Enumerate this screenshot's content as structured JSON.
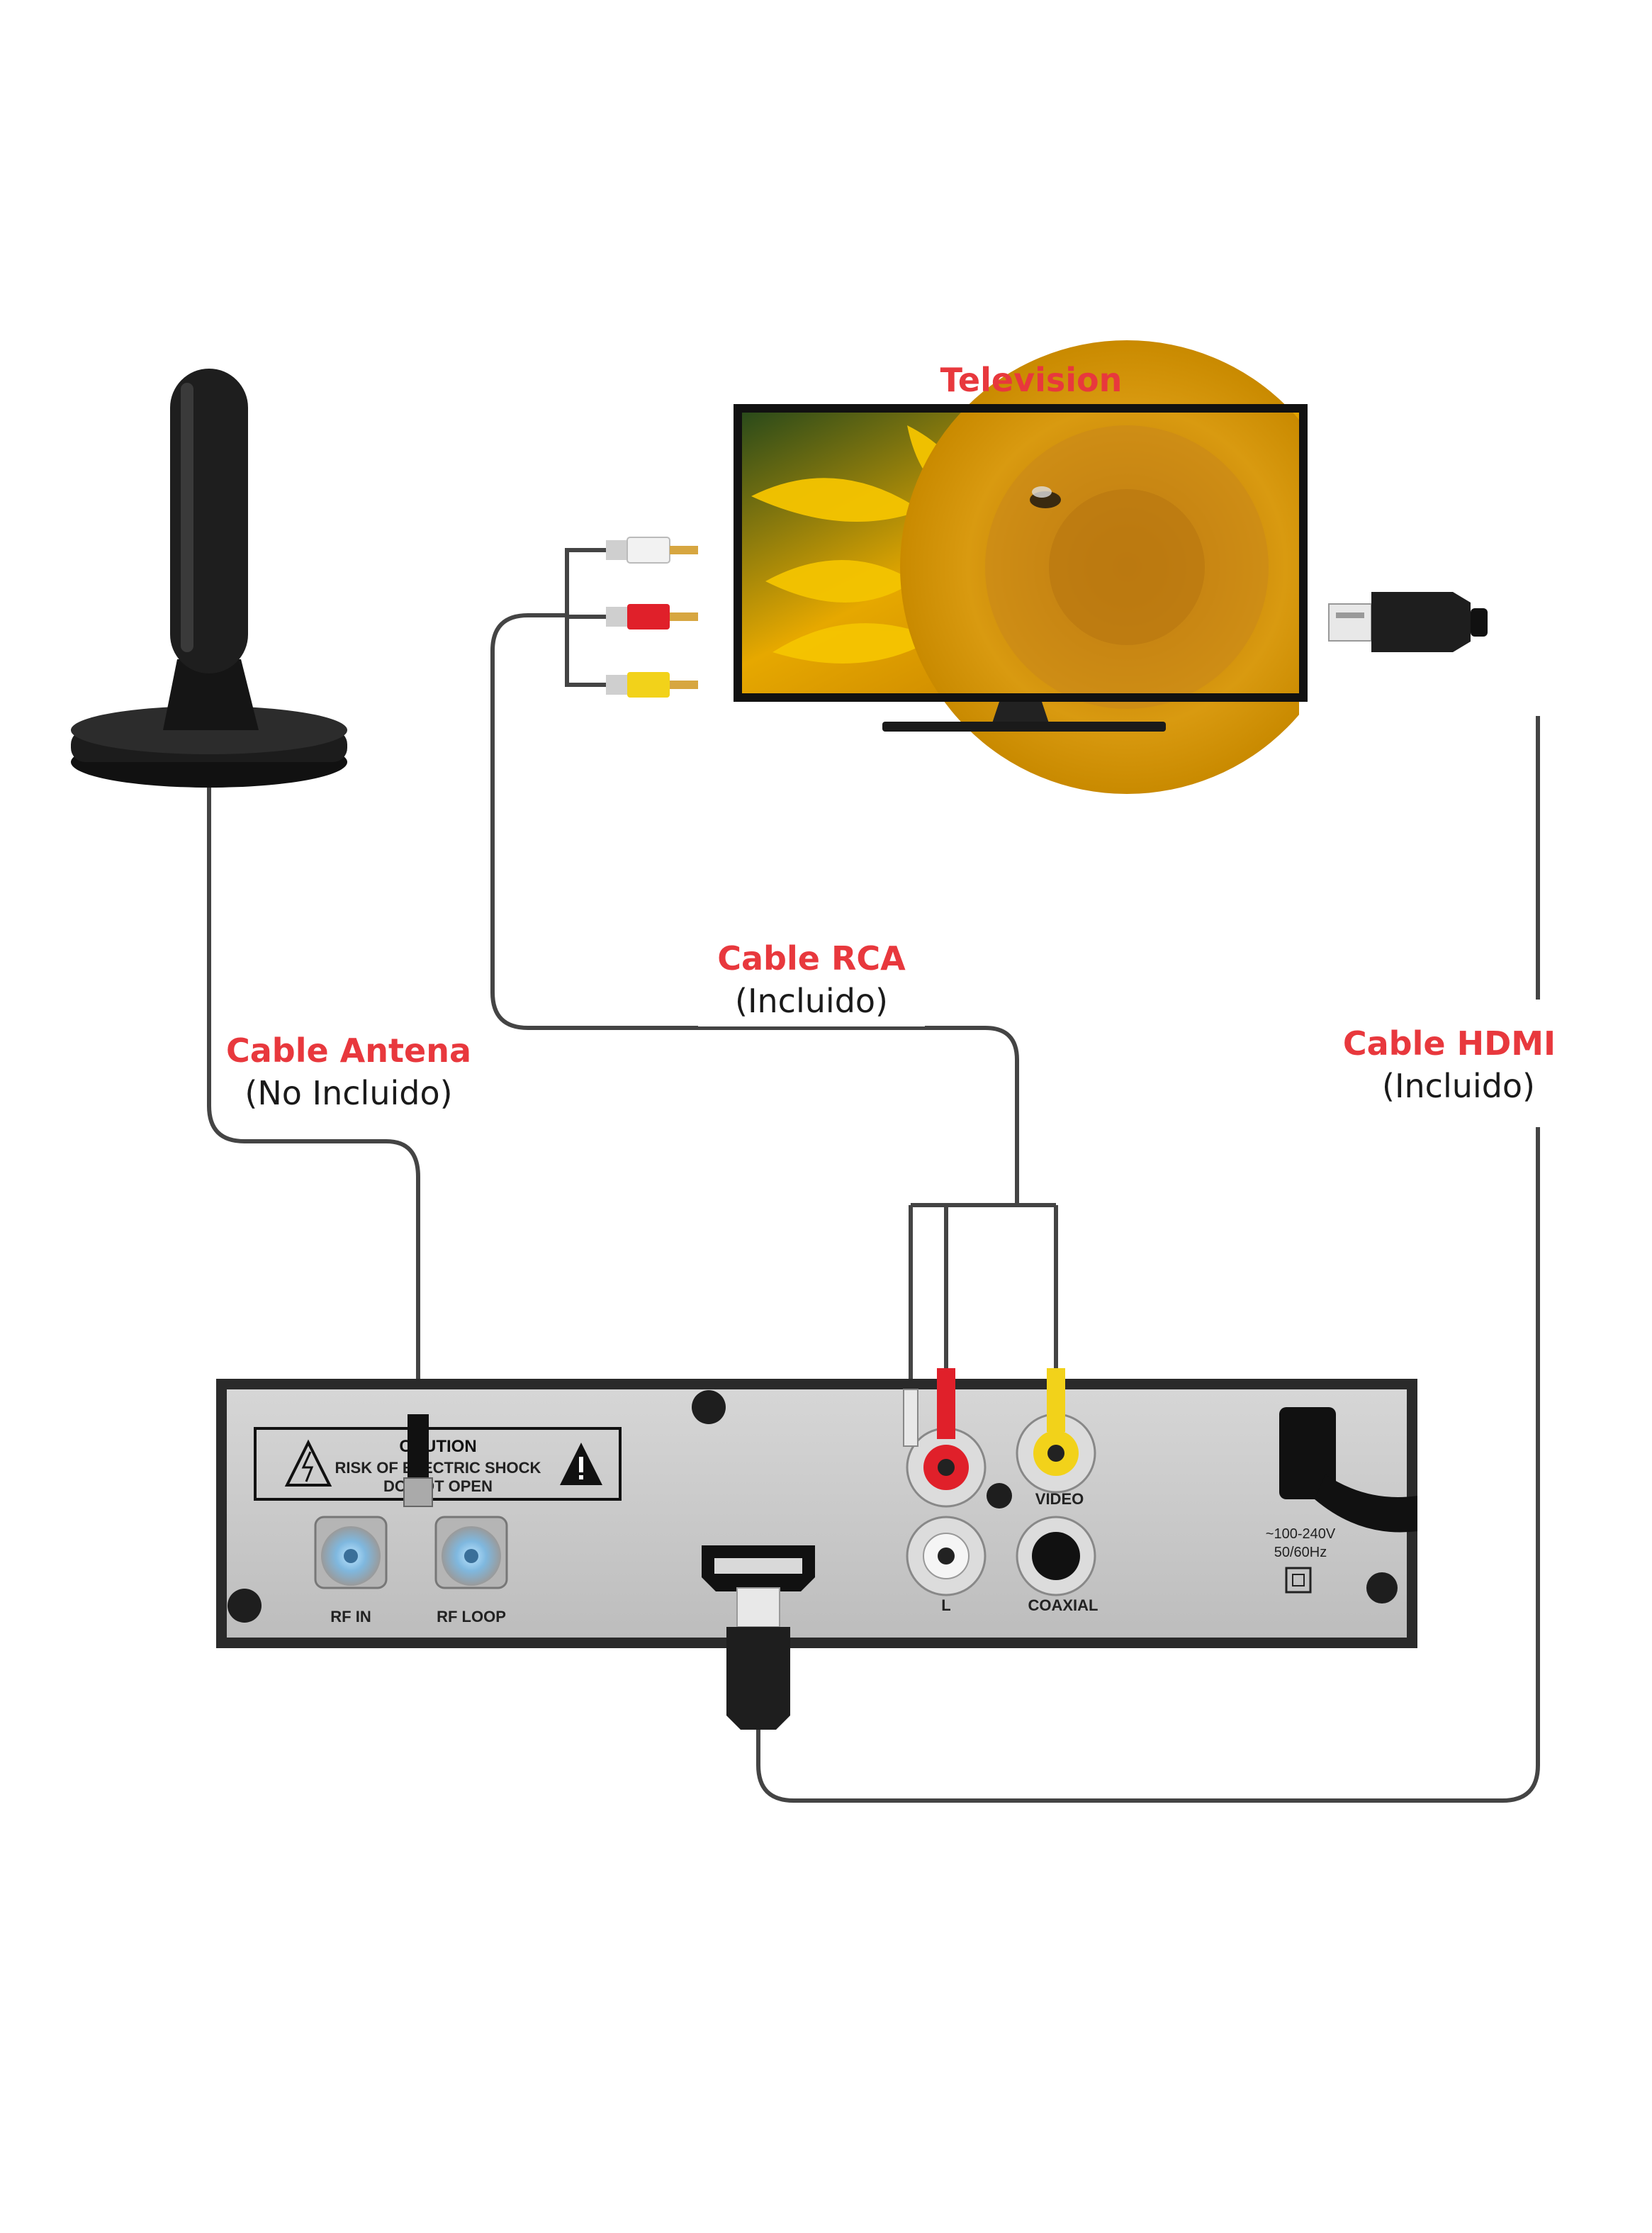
{
  "labels": {
    "television": "Television",
    "cable_rca": "Cable RCA",
    "cable_rca_note": "(Incluido)",
    "cable_antena": "Cable Antena",
    "cable_antena_note": "(No Incluido)",
    "cable_hdmi": "Cable HDMI",
    "cable_hdmi_note": "(Incluido)"
  },
  "panel": {
    "caution_line1": "CAUTION",
    "caution_line2": "RISK OF ELECTRIC SHOCK",
    "caution_line3": "DO NOT OPEN",
    "rf_in": "RF IN",
    "rf_loop": "RF LOOP",
    "video": "VIDEO",
    "left": "L",
    "coaxial": "COAXIAL",
    "power_line1": "~100-240V",
    "power_line2": "50/60Hz"
  },
  "colors": {
    "label_red": "#e8383d",
    "cable": "#444444",
    "rca_white": "#f2f2f2",
    "rca_red": "#e0202a",
    "rca_yellow": "#f2d21a"
  }
}
